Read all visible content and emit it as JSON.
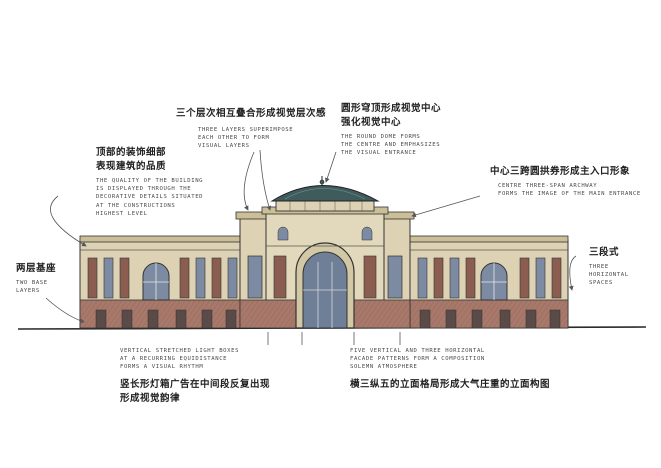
{
  "annotations": {
    "quality": {
      "cn": "顶部的装饰细部\n表现建筑的品质",
      "en": "THE QUALITY OF THE BUILDING\nIS DISPLAYED THROUGH THE\nDECORATIVE DETAILS SITUATED\nAT THE CONSTRUCTIONS\nHIGHEST LEVEL"
    },
    "layers": {
      "cn": "三个层次相互叠合形成视觉层次感",
      "en": "THREE LAYERS SUPERIMPOSE\nEACH OTHER TO FORM\nVISUAL LAYERS"
    },
    "dome": {
      "cn": "圆形穹顶形成视觉中心\n强化视觉中心",
      "en": "THE ROUND DOME FORMS\nTHE CENTRE AND EMPHASIZES\nTHE VISUAL ENTRANCE"
    },
    "archway": {
      "cn": "中心三跨圆拱券形成主入口形象",
      "en": "CENTRE THREE-SPAN ARCHWAY\nFORMS THE IMAGE OF THE MAIN ENTRANCE"
    },
    "base": {
      "cn": "两层基座",
      "en": "TWO BASE\nLAYERS"
    },
    "three_sections": {
      "cn": "三段式",
      "en": "THREE\nHORIZONTAL\nSPACES"
    },
    "light_boxes": {
      "cn": "竖长形灯箱广告在中间段反复出现\n形成视觉韵律",
      "en": "VERTICAL STRETCHED LIGHT BOXES\nAT A RECURRING EQUIDISTANCE\nFORMS A VISUAL RHYTHM"
    },
    "facade": {
      "cn": "横三纵五的立面格局形成大气庄重的立面构图",
      "en": "FIVE VERTICAL AND THREE HORIZONTAL\nFACADE PATTERNS FORM A COMPOSITION\nSOLEMN  ATMOSPHERE"
    }
  },
  "colors": {
    "stone": "#ddd3b4",
    "stone_shade": "#cbbf98",
    "brick_base": "#a8786a",
    "glass": "#7c8aa2",
    "dome": "#3f5b5c",
    "ink": "#2b2b2b"
  }
}
